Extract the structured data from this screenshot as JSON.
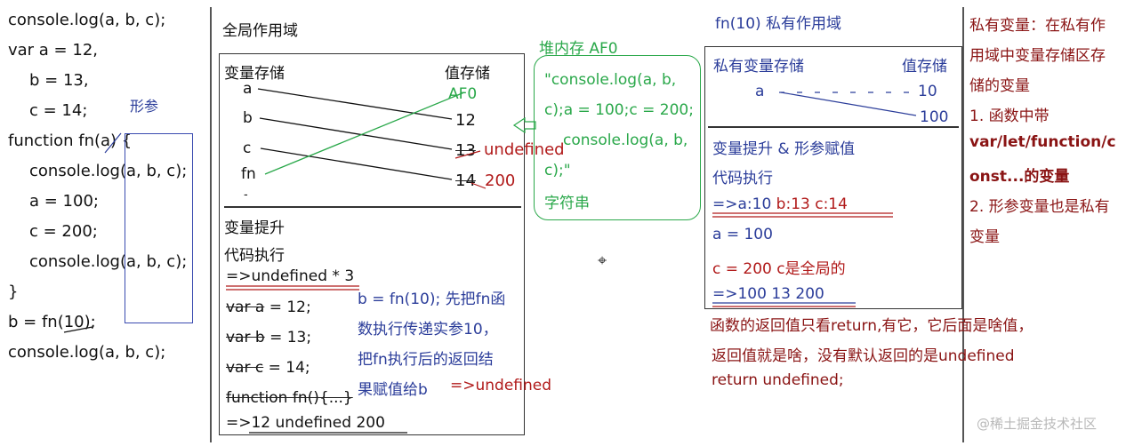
{
  "code_panel": {
    "lines": [
      "console.log(a, b, c);",
      "var a = 12,",
      "b = 13,",
      "c = 14;",
      "function fn(a) {",
      "console.log(a, b, c);",
      "a = 100;",
      "c = 200;",
      "console.log(a, b, c);",
      "}",
      "b = fn(10);",
      "console.log(a, b, c);"
    ],
    "param_note": "形参"
  },
  "global_scope": {
    "title": "全局作用域",
    "var_store_label": "变量存储",
    "value_store_label": "值存储",
    "vars": [
      "a",
      "b",
      "c",
      "fn",
      "-"
    ],
    "values": [
      "AF0",
      "12",
      "13",
      "14"
    ],
    "annotations": [
      "undefined",
      "200"
    ],
    "hoisting_label": "变量提升",
    "exec_label": "代码执行",
    "steps": [
      "=>undefined * 3",
      "var a = 12;",
      "var b = 13;",
      "var c = 14;",
      "function fn(){...}",
      "=>12  undefined  200"
    ],
    "call_note": [
      "b = fn(10); 先把fn函",
      "数执行传递实参10，",
      "把fn执行后的返回结",
      "果赋值给b"
    ],
    "call_result": "=>undefined"
  },
  "heap": {
    "title": "堆内存 AF0",
    "content": [
      "\"console.log(a, b,",
      "c);a = 100;c = 200;",
      "console.log(a, b,",
      "c);\""
    ],
    "type_label": "字符串"
  },
  "private_scope": {
    "title": "fn(10) 私有作用域",
    "var_store_label": "私有变量存储",
    "value_store_label": "值存储",
    "var": "a",
    "values": [
      "10",
      "100"
    ],
    "hoisting_label": "变量提升 & 形参赋值",
    "exec_label": "代码执行",
    "steps": [
      "=>a:10  b:13 c:14",
      "a = 100",
      "c = 200  c是全局的",
      "=>100   13   200"
    ],
    "return_note": [
      "函数的返回值只看return,有它，它后面是啥值，",
      "返回值就是啥，没有默认返回的是undefined",
      "return undefined;"
    ]
  },
  "definition": {
    "lines": [
      "私有变量：在私有作",
      "用域中变量存储区存",
      "储的变量",
      "1. 函数中带",
      "var/let/function/c",
      "onst...的变量",
      "2. 形参变量也是私有",
      "变量"
    ]
  },
  "watermark": "@稀土掘金技术社区"
}
